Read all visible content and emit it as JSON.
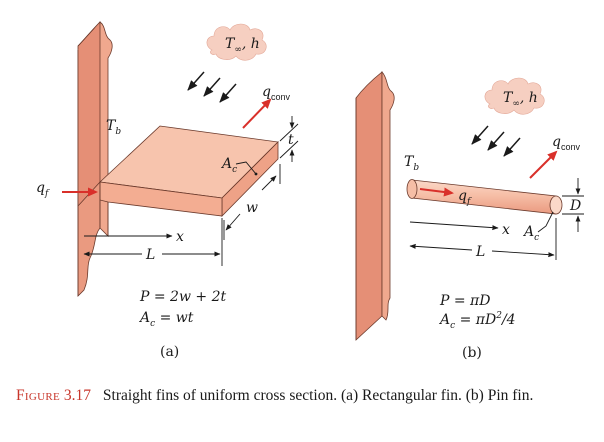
{
  "colors": {
    "wall": "#f0a88e",
    "wall_side": "#e58f76",
    "fin_top": "#f7c4ad",
    "fin_front": "#f3ad92",
    "fin_side": "#eea287",
    "cloud": "#f6cfc1",
    "heat_arrow": "#d9302a",
    "ink": "#1a1a1a",
    "caption_accent": "#c8362b"
  },
  "panel_a": {
    "fluid_T": "T",
    "fluid_T_sub": "∞",
    "fluid_h": ", h",
    "q_conv": "q",
    "q_conv_sub": "conv",
    "base_temp": "T",
    "base_temp_sub": "b",
    "area": "A",
    "area_sub": "c",
    "thickness": "t",
    "width": "w",
    "q_f": "q",
    "q_f_sub": "f",
    "x": "x",
    "length": "L",
    "eq_perimeter": "P = 2w + 2t",
    "eq_area_lhs": "A",
    "eq_area_sub": "c",
    "eq_area_rhs": " = wt",
    "tag": "(a)"
  },
  "panel_b": {
    "fluid_T": "T",
    "fluid_T_sub": "∞",
    "fluid_h": ", h",
    "q_conv": "q",
    "q_conv_sub": "conv",
    "base_temp": "T",
    "base_temp_sub": "b",
    "q_f": "q",
    "q_f_sub": "f",
    "x": "x",
    "area": "A",
    "area_sub": "c",
    "diameter": "D",
    "length": "L",
    "eq_perimeter": "P = πD",
    "eq_area_lhs": "A",
    "eq_area_sub": "c",
    "eq_area_rhs": " = πD",
    "eq_area_sup": "2",
    "eq_area_tail": "/4",
    "tag": "(b)"
  },
  "caption": {
    "label": "Figure",
    "number": "3.17",
    "text": "Straight fins of uniform cross section. (a) Rectangular fin. (b) Pin fin."
  }
}
